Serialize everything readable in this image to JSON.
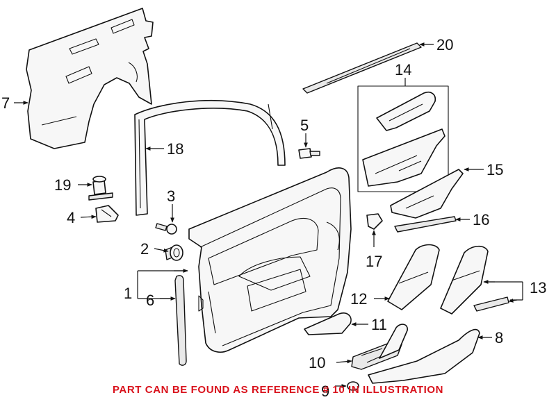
{
  "notice": "PART CAN BE FOUND AS REFERENCE # 10 IN ILLUSTRATION",
  "notice_color": "#d9111b",
  "callouts": [
    {
      "id": "c1",
      "label": "1"
    },
    {
      "id": "c2",
      "label": "2"
    },
    {
      "id": "c3",
      "label": "3"
    },
    {
      "id": "c4",
      "label": "4"
    },
    {
      "id": "c5",
      "label": "5"
    },
    {
      "id": "c6",
      "label": "6"
    },
    {
      "id": "c7",
      "label": "7"
    },
    {
      "id": "c8",
      "label": "8"
    },
    {
      "id": "c9",
      "label": "9"
    },
    {
      "id": "c10",
      "label": "10"
    },
    {
      "id": "c11",
      "label": "11"
    },
    {
      "id": "c12",
      "label": "12"
    },
    {
      "id": "c13",
      "label": "13"
    },
    {
      "id": "c14",
      "label": "14"
    },
    {
      "id": "c15",
      "label": "15"
    },
    {
      "id": "c16",
      "label": "16"
    },
    {
      "id": "c17",
      "label": "17"
    },
    {
      "id": "c18",
      "label": "18"
    },
    {
      "id": "c19",
      "label": "19"
    },
    {
      "id": "c20",
      "label": "20"
    }
  ]
}
